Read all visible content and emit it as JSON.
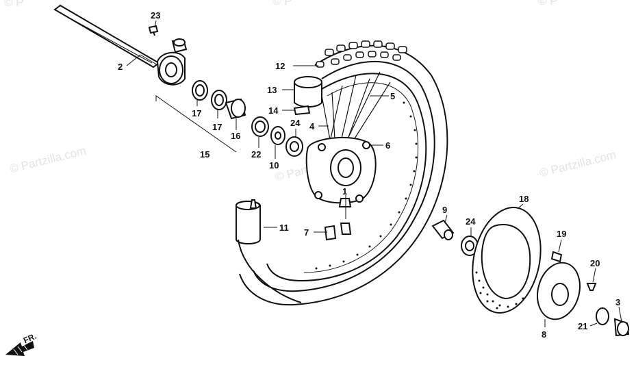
{
  "watermark": "© Partzilla.com",
  "watermark_partial": "© P",
  "direction_label": "FR.",
  "parts": {
    "p1": "1",
    "p2": "2",
    "p3": "3",
    "p4": "4",
    "p5": "5",
    "p6": "6",
    "p7": "7",
    "p8": "8",
    "p9": "9",
    "p10": "10",
    "p11": "11",
    "p12": "12",
    "p13": "13",
    "p14": "14",
    "p15": "15",
    "p16": "16",
    "p17a": "17",
    "p17b": "17",
    "p18": "18",
    "p19": "19",
    "p20": "20",
    "p21": "21",
    "p22": "22",
    "p23": "23",
    "p24a": "24",
    "p24b": "24"
  }
}
